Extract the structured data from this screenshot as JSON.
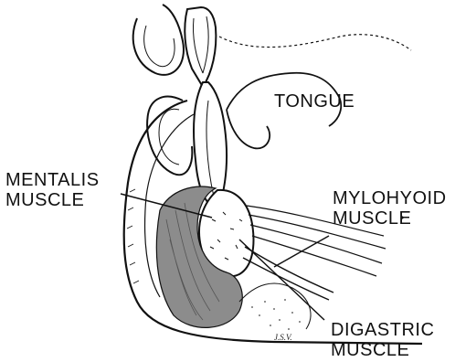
{
  "labels": {
    "tongue": "TONGUE",
    "mentalis_line1": "MENTALIS",
    "mentalis_line2": "MUSCLE",
    "mylohyoid_line1": "MYLOHYOID",
    "mylohyoid_line2": "MUSCLE",
    "digastric_line1": "DIGASTRIC",
    "digastric_line2": "MUSCLE",
    "signature": "J.S.V."
  },
  "colors": {
    "ink": "#111111",
    "shade": "#8c8c8c",
    "paper": "#ffffff"
  }
}
